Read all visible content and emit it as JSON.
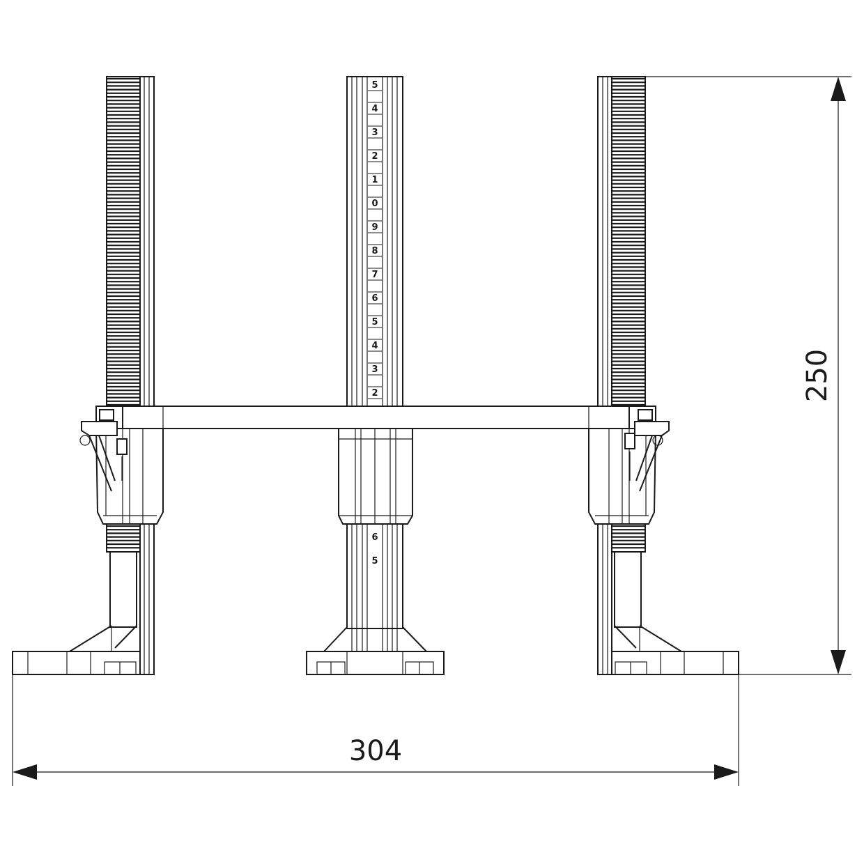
{
  "dimensions": {
    "height_label": "250",
    "width_label": "304"
  },
  "scale_upper": [
    "5",
    "4",
    "3",
    "2",
    "1",
    "0",
    "9",
    "8",
    "7",
    "6",
    "5",
    "4",
    "3",
    "2"
  ],
  "scale_lower": [
    "6",
    "5"
  ]
}
